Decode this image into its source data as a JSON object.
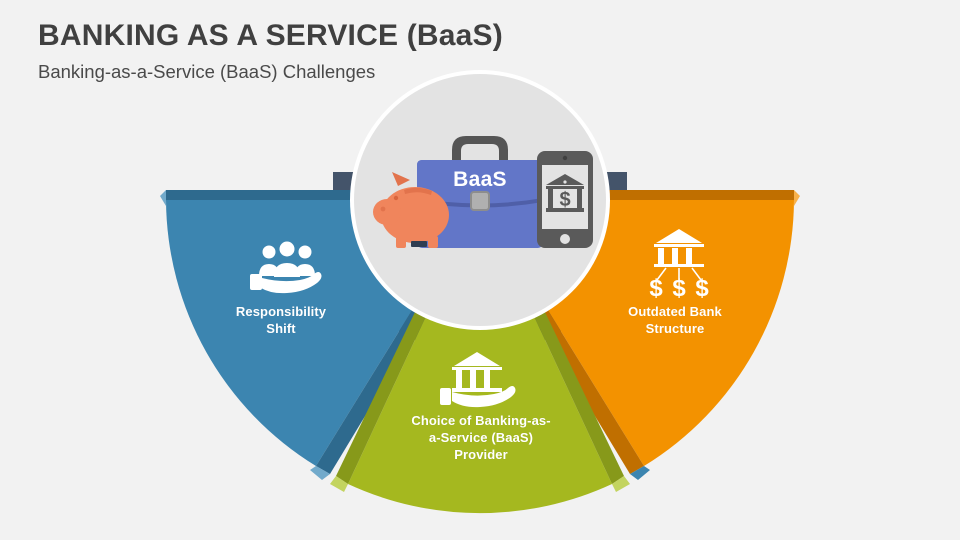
{
  "header": {
    "title": "BANKING AS A SERVICE (BaaS)",
    "subtitle": "Banking-as-a-Service (BaaS) Challenges"
  },
  "center": {
    "badge_label": "BaaS",
    "icons": [
      {
        "name": "piggy-bank-icon",
        "color": "#f0855c"
      },
      {
        "name": "briefcase-icon",
        "color": "#6276c8"
      },
      {
        "name": "smartphone-bank-icon",
        "color": "#5a5a5a"
      }
    ],
    "circle_fill": "#e3e3e3",
    "ring_color": "#44546a"
  },
  "wedges": [
    {
      "id": "responsibility-shift",
      "label": "Responsibility\nShift",
      "line1": "Responsibility",
      "line2": "Shift",
      "color": "#3c85b0",
      "shadow_color": "#2e6a8e",
      "highlight_color": "#72aacb",
      "icon": "hand-holding-people-icon"
    },
    {
      "id": "baas-provider-choice",
      "label": "Choice of Banking-as-a-Service (BaaS) Provider",
      "line1": "Choice of Banking-as-",
      "line2": "a-Service (BaaS)",
      "line3": "Provider",
      "color": "#a5b81f",
      "shadow_color": "#87991a",
      "highlight_color": "#c3d45f",
      "icon": "hand-holding-bank-icon"
    },
    {
      "id": "outdated-bank-structure",
      "label": "Outdated Bank Structure",
      "line1": "Outdated Bank",
      "line2": "Structure",
      "color": "#f39200",
      "shadow_color": "#c06f00",
      "highlight_color": "#f8b14a",
      "icon": "bank-dispensing-money-icon"
    }
  ],
  "theme": {
    "background": "#f2f2f2",
    "title_color": "#404040",
    "subtitle_color": "#4a4a4a",
    "label_color": "#ffffff"
  }
}
